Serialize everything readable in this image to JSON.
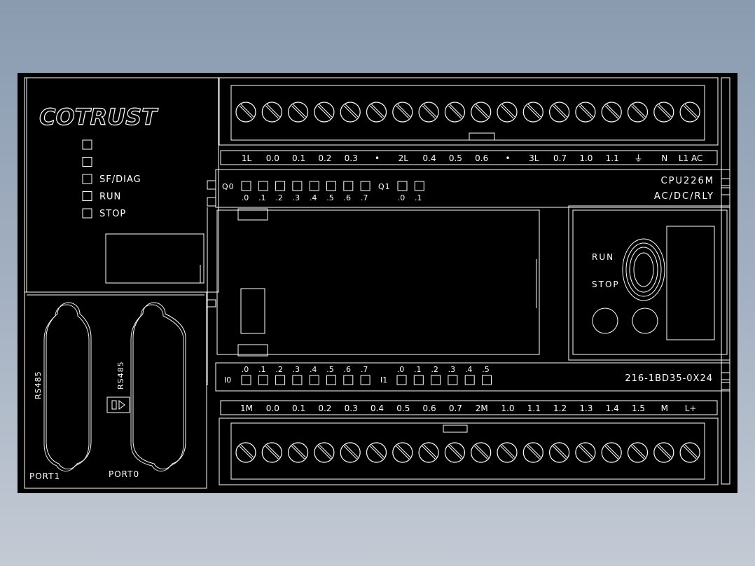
{
  "brand": "COTRUST",
  "status_leds": [
    "",
    "",
    "SF/DIAG",
    "RUN",
    "STOP"
  ],
  "model": "CPU226M",
  "model_type": "AC/DC/RLY",
  "part_number": "216-1BD35-0X24",
  "top_terminals": [
    "1L",
    "0.0",
    "0.1",
    "0.2",
    "0.3",
    "•",
    "2L",
    "0.4",
    "0.5",
    "0.6",
    "•",
    "3L",
    "0.7",
    "1.0",
    "1.1",
    "⏚",
    "N",
    "L1 AC"
  ],
  "bottom_terminals": [
    "1M",
    "0.0",
    "0.1",
    "0.2",
    "0.3",
    "0.4",
    "0.5",
    "0.6",
    "0.7",
    "2M",
    "1.0",
    "1.1",
    "1.2",
    "1.3",
    "1.4",
    "1.5",
    "M",
    "L+"
  ],
  "output_leds": {
    "q0_label": "Q0",
    "q0_bits": [
      ".0",
      ".1",
      ".2",
      ".3",
      ".4",
      ".5",
      ".6",
      ".7"
    ],
    "q1_label": "Q1",
    "q1_bits": [
      ".0",
      ".1"
    ]
  },
  "input_leds": {
    "i0_label": "I0",
    "i0_bits": [
      ".0",
      ".1",
      ".2",
      ".3",
      ".4",
      ".5",
      ".6",
      ".7"
    ],
    "i1_label": "I1",
    "i1_bits": [
      ".0",
      ".1",
      ".2",
      ".3",
      ".4",
      ".5"
    ]
  },
  "mode_switch": {
    "run_label": "RUN",
    "stop_label": "STOP"
  },
  "ports": [
    {
      "protocol": "RS485",
      "name": "PORT1"
    },
    {
      "protocol": "RS485",
      "name": "PORT0"
    }
  ],
  "colors": {
    "body": "#000000",
    "lines": "#ffffff"
  },
  "icons": {
    "screw": "screw-terminal-icon",
    "ground": "ground-icon",
    "port_arrow": "port-direction-icon"
  }
}
